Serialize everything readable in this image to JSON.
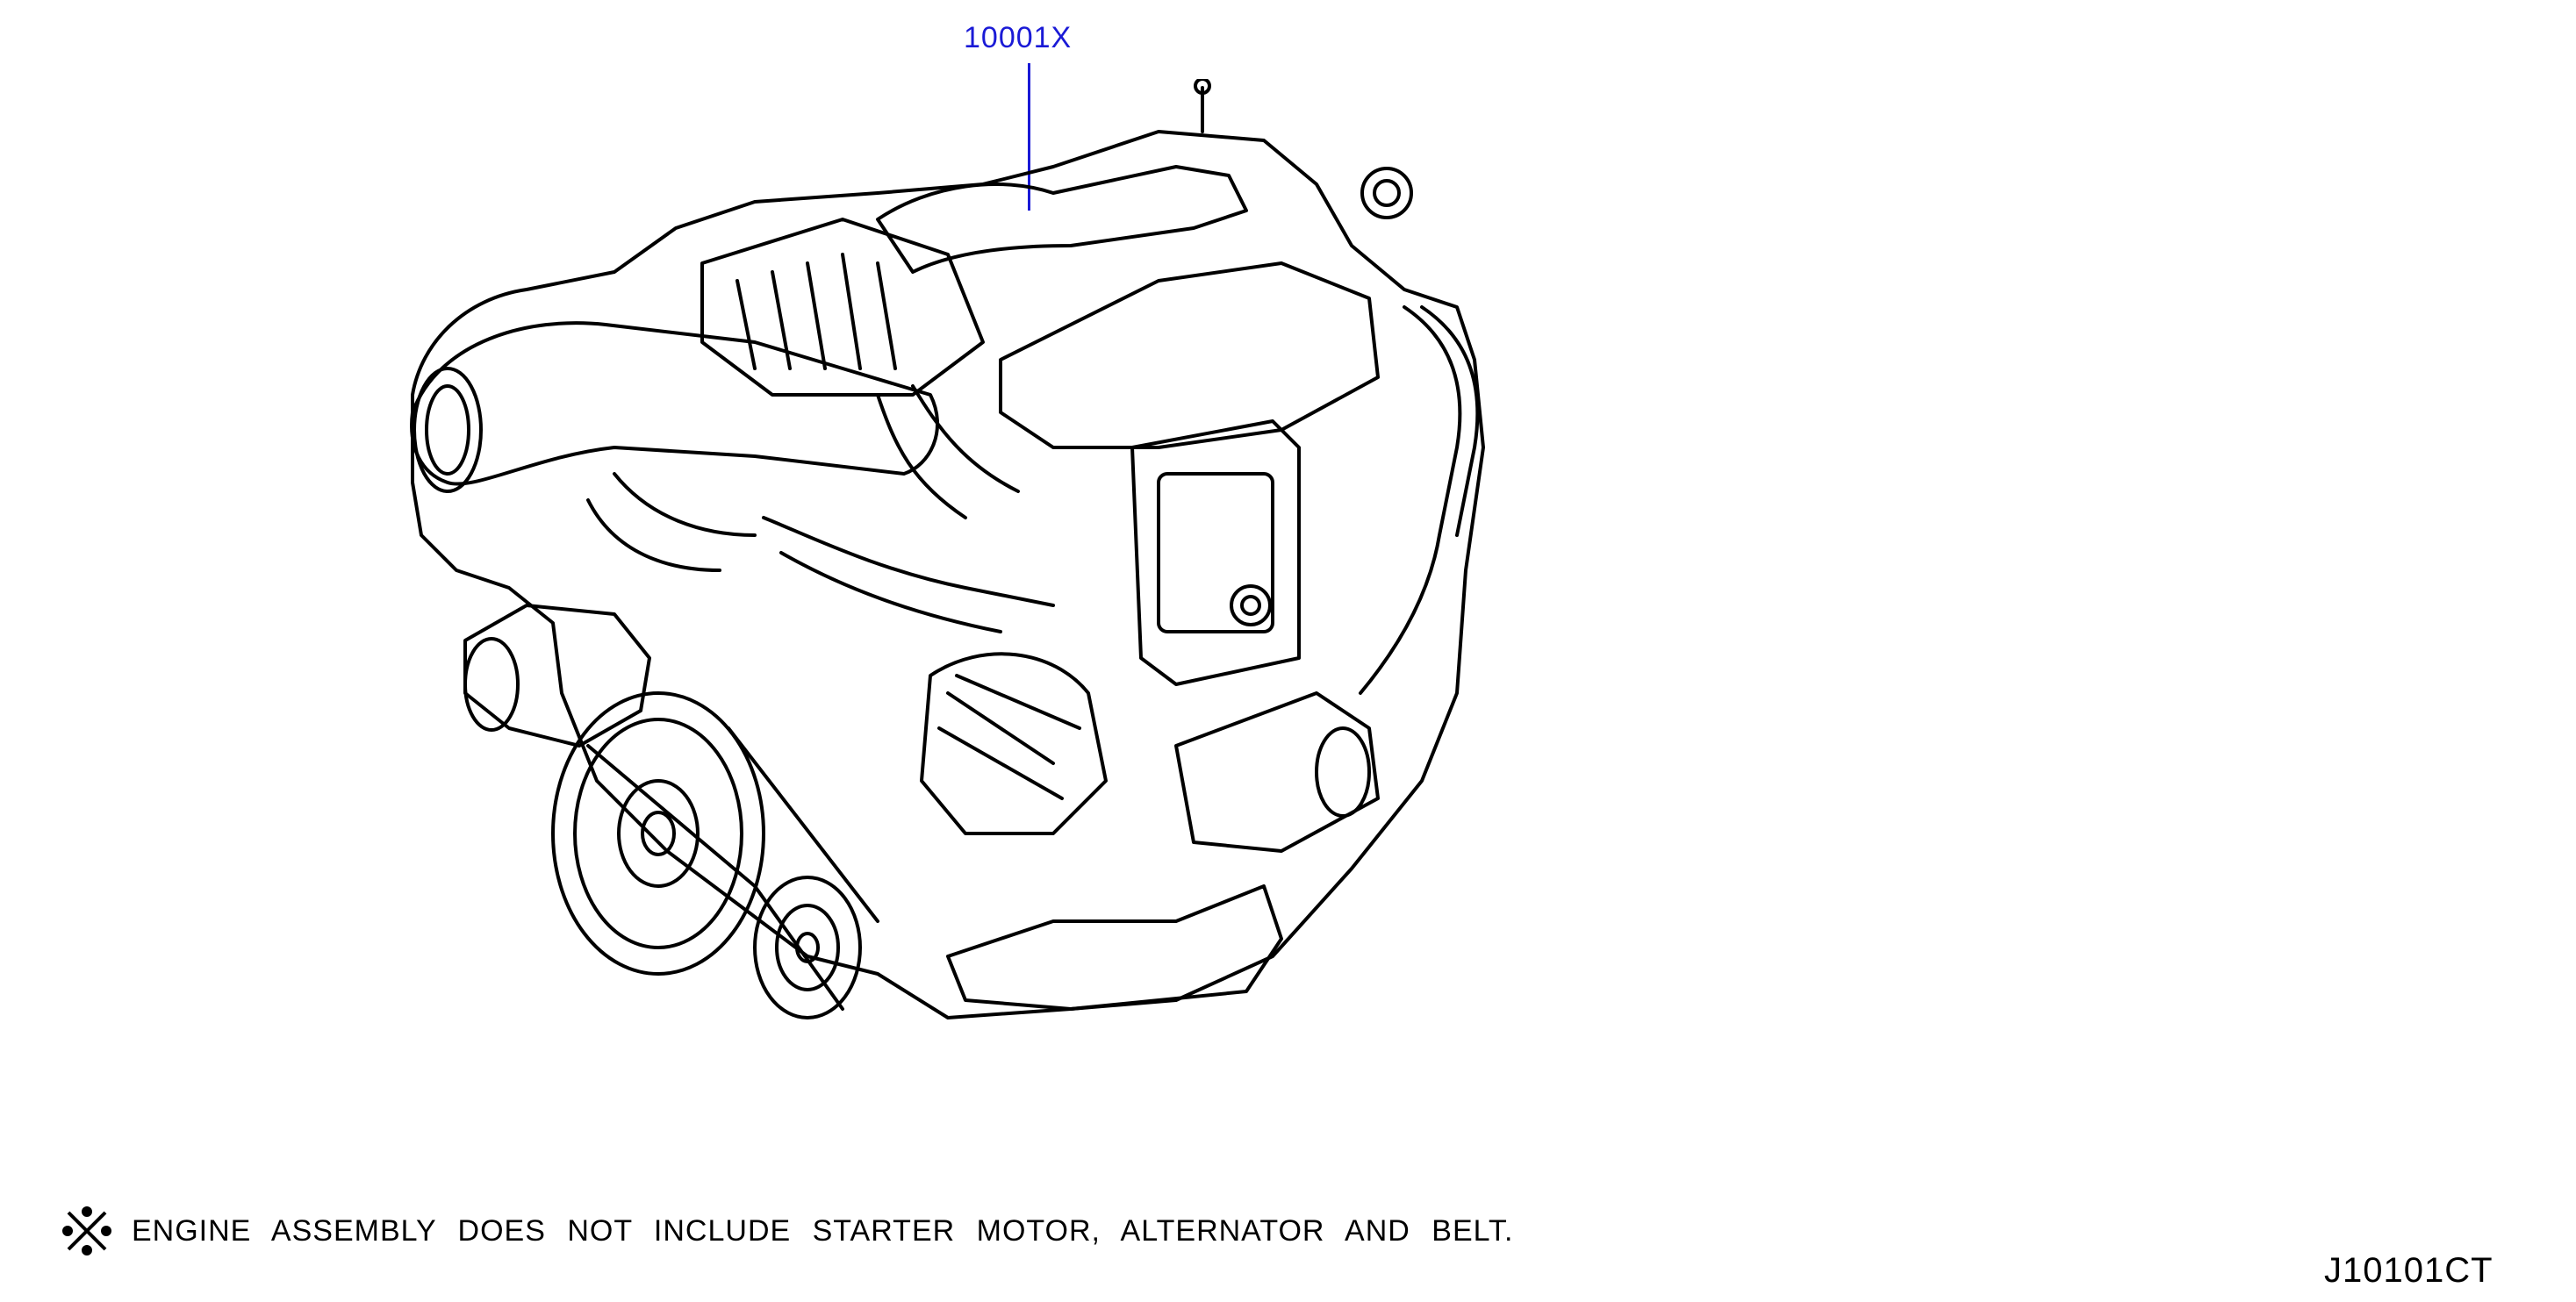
{
  "callout": {
    "part_number": "10001X"
  },
  "note": {
    "text": "ENGINE ASSEMBLY DOES NOT INCLUDE STARTER MOTOR, ALTERNATOR AND BELT."
  },
  "diagram_code": "J10101CT",
  "colors": {
    "callout": "#1a1ad6",
    "line": "#000000",
    "background": "#ffffff"
  },
  "icons": {
    "note_symbol": "reference-mark-icon",
    "illustration": "engine-assembly-illustration"
  }
}
